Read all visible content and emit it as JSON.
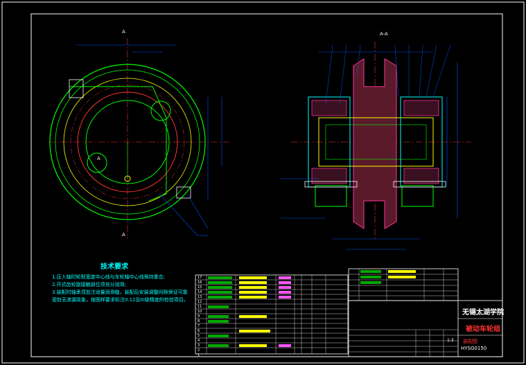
{
  "view_labels": {
    "left_top": "A",
    "left_bottom": "A",
    "right_section": "A-A",
    "small_a": "A"
  },
  "notes": {
    "title": "技术要求",
    "items": [
      "1.压入轴时轮毂宽度中心线与车轮轴中心线保持重合;",
      "2.开式齿轮副接触部位须充分润滑;",
      "3.装配时轴承须加注适量润滑脂，装配后安装调整间隙保证可靠",
      "密封无渗漏现象，按图样要求标注0.12及III级精度的检验项目。"
    ]
  },
  "title_block": {
    "school": "无锡太湖学院",
    "name": "被动车轮组",
    "scale": "1:3",
    "drawing_no": "HYSG0150",
    "material_label": "装配图"
  },
  "bom": {
    "rows": [
      "17",
      "16",
      "15",
      "14",
      "13",
      "12",
      "11",
      "10",
      "9",
      "8",
      "7",
      "6",
      "5",
      "4",
      "3",
      "2",
      "1"
    ]
  }
}
